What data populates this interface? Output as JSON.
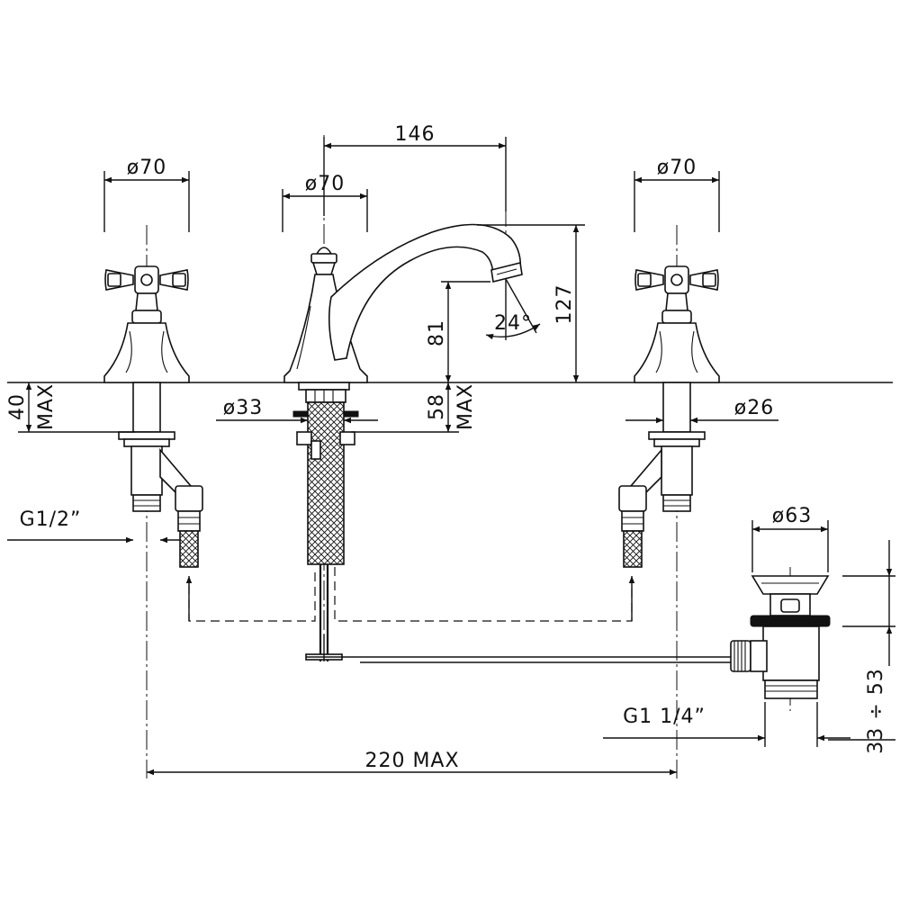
{
  "dimensions": {
    "spout_spacing": "146",
    "left_handle_diameter": "ø70",
    "center_body_diameter": "ø70",
    "right_handle_diameter": "ø70",
    "spout_height": "127",
    "spout_outlet_height": "81",
    "spout_angle": "24°",
    "left_mount_depth": "40",
    "max_label": "MAX",
    "center_shank_diameter": "ø33",
    "center_mount_depth": "58",
    "right_shank_diameter": "ø26",
    "left_thread": "G1/2”",
    "drain_diameter": "ø63",
    "drain_thread": "G1  1/4”",
    "drain_range": "33 ÷ 53",
    "overall_width": "220  MAX"
  }
}
